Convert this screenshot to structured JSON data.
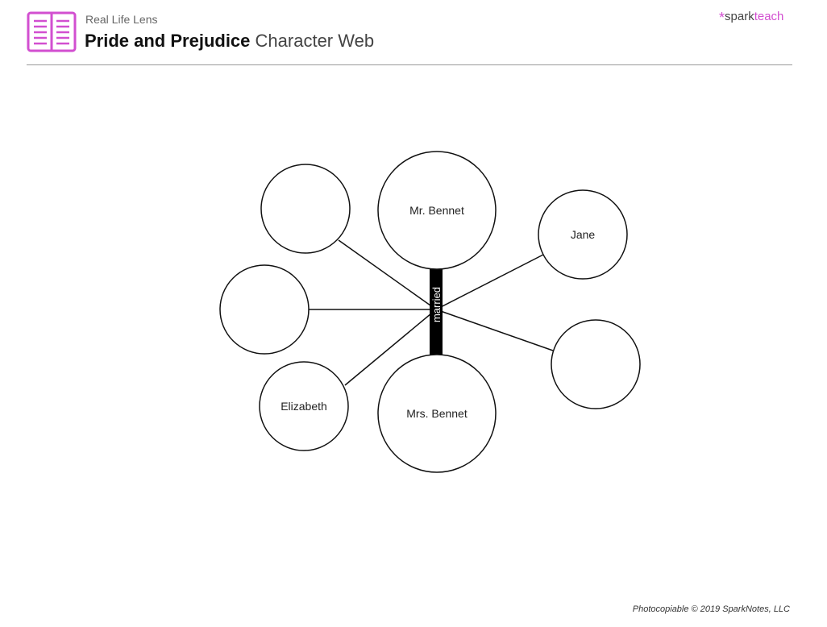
{
  "header": {
    "subtitle": "Real Life Lens",
    "title_bold": "Pride and Prejudice",
    "title_light": "Character Web",
    "logo_left": "spark",
    "logo_right": "teach",
    "logo_asterisk": "*",
    "icon": "open-book-icon",
    "accent": "#d24fd0"
  },
  "web": {
    "connector_label": "married",
    "nodes": [
      "",
      "Mr. Bennet",
      "Jane",
      "",
      "",
      "Elizabeth",
      "Mrs. Bennet"
    ]
  },
  "footer": {
    "text": "Photocopiable © 2019 SparkNotes, LLC"
  }
}
